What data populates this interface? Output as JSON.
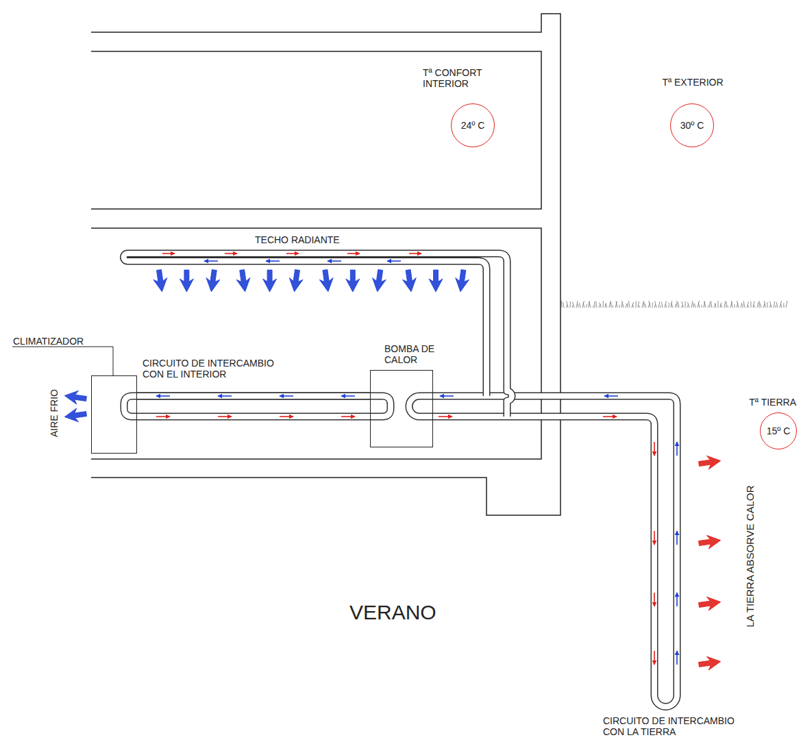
{
  "diagram": {
    "nodes": [
      {
        "text": [
          "Tª CONFORT INTERIOR",
          "24º C"
        ]
      },
      {
        "text": [
          "Tª EXTERIOR",
          "30º C"
        ]
      },
      {
        "text": [
          "Tª TIERRA",
          "15º C"
        ]
      },
      {
        "text": [
          "CLIMATIZADOR"
        ]
      },
      {
        "text": [
          "BOMBA DE CALOR"
        ]
      }
    ],
    "edges": [
      {
        "from": 3,
        "to": 4,
        "arrow": "none",
        "label": "CIRCUITO DE INTERCAMBIO CON EL INTERIOR"
      }
    ],
    "labels": [
      "TECHO RADIANTE",
      "AIRE FRIO",
      "VERANO",
      "LA TIERRA ABSORVE CALOR",
      "CIRCUITO DE INTERCAMBIO CON LA TIERRA"
    ]
  }
}
